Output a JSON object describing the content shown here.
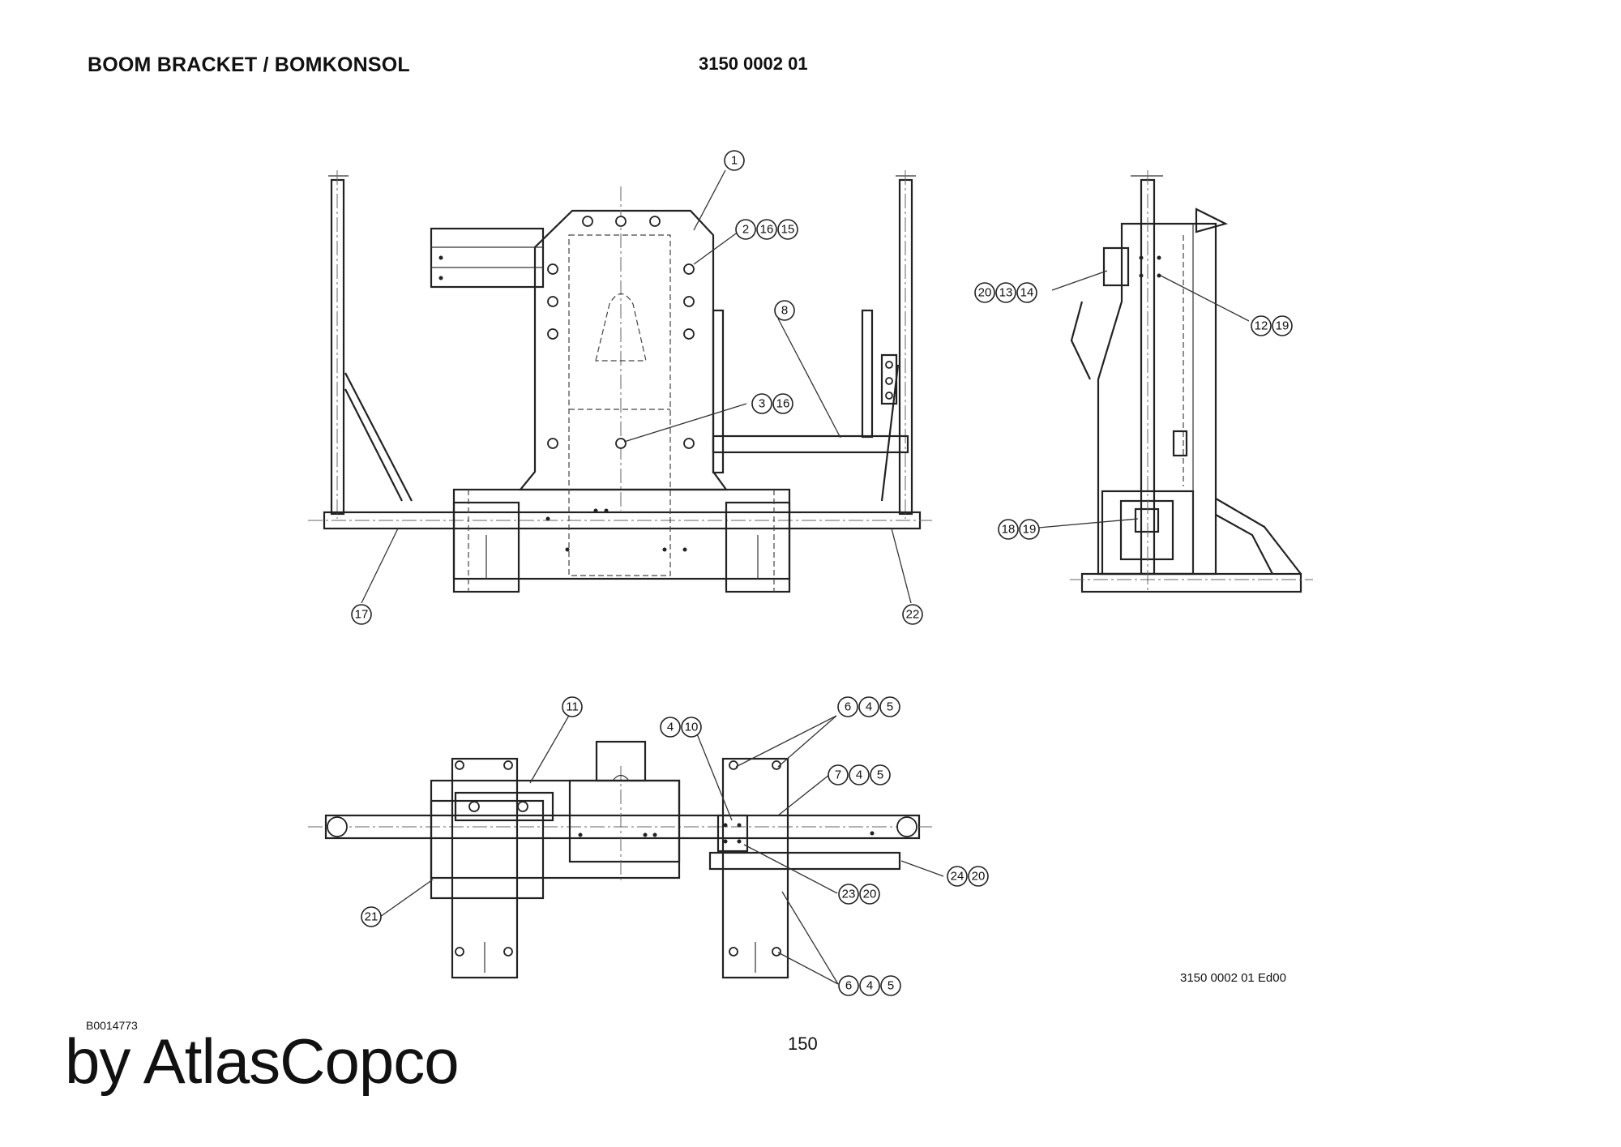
{
  "header": {
    "title": "BOOM BRACKET / BOMKONSOL",
    "part_number": "3150 0002 01"
  },
  "drawing_number": "3150 0002 01 Ed00",
  "figure_id": "B0014773",
  "page_number": "150",
  "brand": "by AtlasCopco",
  "callouts": {
    "front_view": [
      [
        "1"
      ],
      [
        "2",
        "16",
        "15"
      ],
      [
        "8"
      ],
      [
        "3",
        "16"
      ],
      [
        "17"
      ],
      [
        "22"
      ]
    ],
    "side_view": [
      [
        "20",
        "13",
        "14"
      ],
      [
        "12",
        "19"
      ],
      [
        "18",
        "19"
      ]
    ],
    "top_view": [
      [
        "11"
      ],
      [
        "4",
        "10"
      ],
      [
        "6",
        "4",
        "5"
      ],
      [
        "7",
        "4",
        "5"
      ],
      [
        "24",
        "20"
      ],
      [
        "23",
        "20"
      ],
      [
        "21"
      ],
      [
        "6",
        "4",
        "5"
      ]
    ]
  }
}
